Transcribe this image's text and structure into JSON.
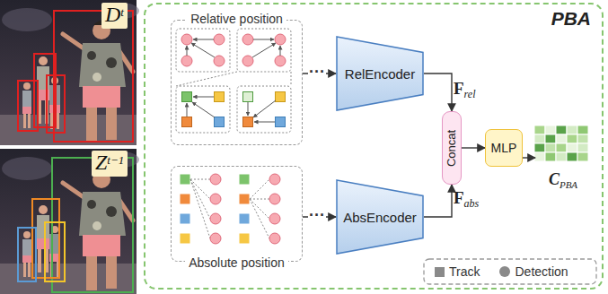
{
  "diagram": {
    "nodes": [
      {
        "text": [
          "PBA"
        ]
      },
      {
        "text": [
          "Relative position"
        ],
        "in": 0
      },
      {
        "text": [
          "RelEncoder"
        ],
        "in": 0
      },
      {
        "text": [
          "Absolute position"
        ],
        "in": 0
      },
      {
        "text": [
          "AbsEncoder"
        ],
        "in": 0
      },
      {
        "text": [
          "Concat"
        ],
        "in": 0
      },
      {
        "text": [
          "MLP"
        ],
        "in": 0
      },
      {
        "text": [
          "C",
          "PBA"
        ],
        "in": 0
      }
    ],
    "edges": [
      {
        "from": 1,
        "to": 2,
        "arrow": "to"
      },
      {
        "from": 3,
        "to": 4,
        "arrow": "to"
      },
      {
        "from": 2,
        "to": 5,
        "arrow": "to"
      },
      {
        "from": 4,
        "to": 5,
        "arrow": "to"
      },
      {
        "from": 5,
        "to": 6,
        "arrow": "to"
      },
      {
        "from": 6,
        "to": 7,
        "arrow": "to"
      }
    ],
    "labels": [
      "D",
      "t",
      "Z",
      "t−1",
      "···",
      "···",
      "F",
      "rel",
      "F",
      "abs"
    ],
    "legend": [
      {
        "text": "Track"
      },
      {
        "text": "Detection"
      }
    ]
  }
}
